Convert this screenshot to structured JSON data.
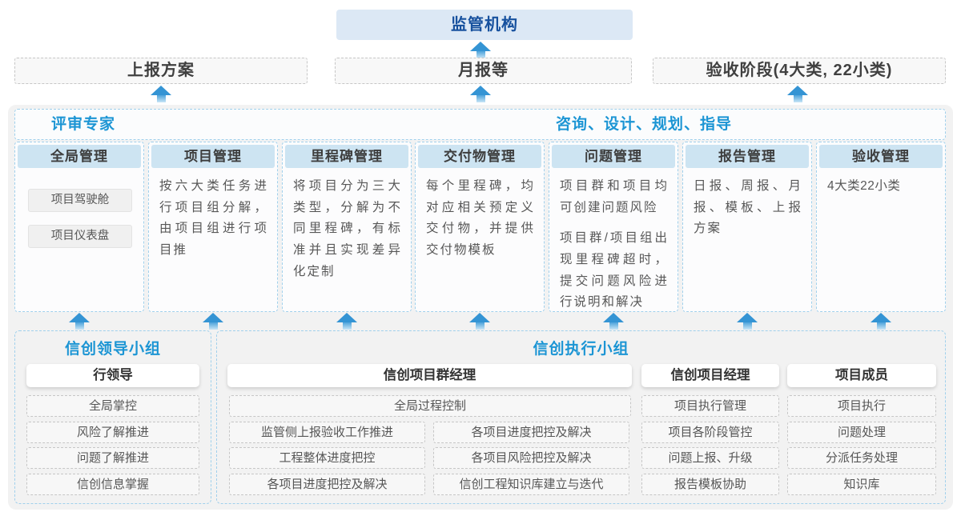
{
  "colors": {
    "accent_blue": "#1c95d4",
    "regulator_text": "#17519e",
    "regulator_bg": "#dce8f5",
    "column_header_bg": "#cde4f2",
    "dashed_blue_border": "#a0d0ec",
    "arrow_blue": "#3494d4",
    "panel_bg": "#f2f2f2"
  },
  "top": {
    "regulator": "监管机构",
    "outputs": [
      "上报方案",
      "月报等",
      "验收阶段(4大类, 22小类)"
    ]
  },
  "platform": {
    "review_experts": "评审专家",
    "consulting": "咨询、设计、规划、指导",
    "columns": [
      {
        "title": "全局管理",
        "items": [
          "项目驾驶舱",
          "项目仪表盘"
        ]
      },
      {
        "title": "项目管理",
        "paragraphs": [
          "按六大类任务进行项目组分解，由项目组进行项目推"
        ]
      },
      {
        "title": "里程碑管理",
        "paragraphs": [
          "将项目分为三大类型，分解为不同里程碑，有标准并且实现差异化定制"
        ]
      },
      {
        "title": "交付物管理",
        "paragraphs": [
          "每个里程碑，均对应相关预定义交付物，并提供交付物模板"
        ]
      },
      {
        "title": "问题管理",
        "paragraphs": [
          "项目群和项目均可创建问题风险",
          "项目群/项目组出现里程碑超时，提交问题风险进行说明和解决"
        ]
      },
      {
        "title": "报告管理",
        "paragraphs": [
          "日报、周报、月报、模板、上报方案"
        ]
      },
      {
        "title": "验收管理",
        "paragraphs": [
          "4大类22小类"
        ]
      }
    ]
  },
  "groups": {
    "leader": {
      "title": "信创领导小组",
      "role": "行领导",
      "items": [
        "全局掌控",
        "风险了解推进",
        "问题了解推进",
        "信创信息掌握"
      ]
    },
    "exec": {
      "title": "信创执行小组",
      "program_manager": {
        "role": "信创项目群经理",
        "top_item": "全局过程控制",
        "left_items": [
          "监管侧上报验收工作推进",
          "工程整体进度把控",
          "各项目进度把控及解决"
        ],
        "right_items": [
          "各项目进度把控及解决",
          "各项目风险把控及解决",
          "信创工程知识库建立与迭代"
        ]
      },
      "project_manager": {
        "role": "信创项目经理",
        "items": [
          "项目执行管理",
          "项目各阶段管控",
          "问题上报、升级",
          "报告模板协助"
        ]
      },
      "member": {
        "role": "项目成员",
        "items": [
          "项目执行",
          "问题处理",
          "分派任务处理",
          "知识库"
        ]
      }
    }
  }
}
